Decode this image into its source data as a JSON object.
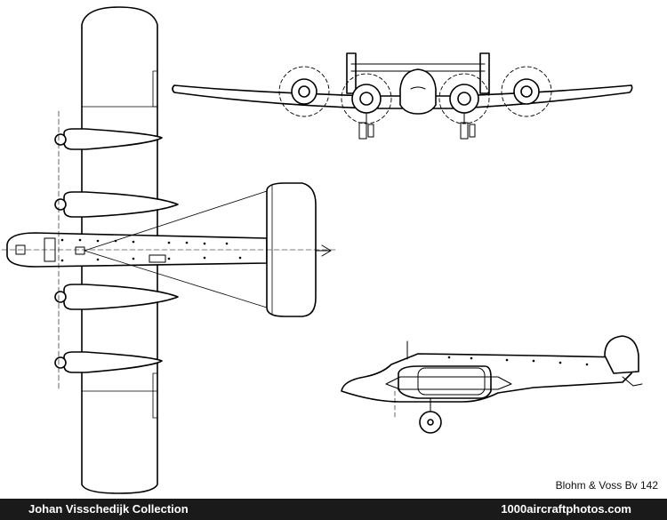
{
  "caption": "Blohm & Voss Bv 142",
  "footer": {
    "left": "Johan Visschedijk Collection",
    "right": "1000aircraftphotos.com"
  },
  "colors": {
    "background": "#ffffff",
    "ink": "#000000",
    "footer_bg": "#1a1a1a",
    "footer_text": "#ffffff"
  }
}
